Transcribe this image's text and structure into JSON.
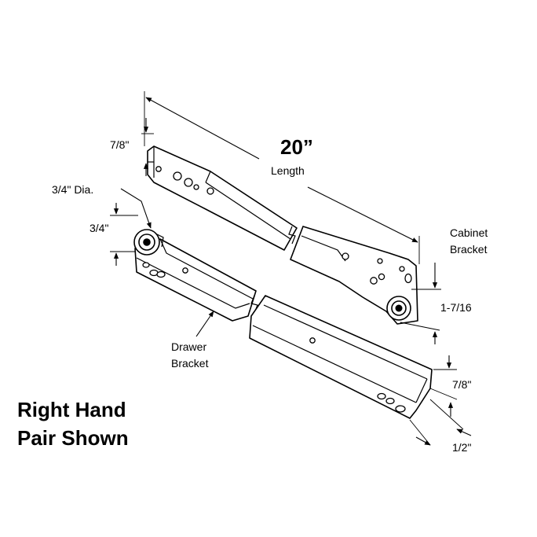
{
  "dimensions": {
    "length_value": "20”",
    "length_label": "Length",
    "top_height": "7/8\"",
    "wheel_dia": "3/4\" Dia.",
    "wheel_height": "3/4\"",
    "cabinet_height": "1-7/16",
    "bottom_height": "7/8\"",
    "bottom_width": "1/2\""
  },
  "labels": {
    "cabinet_line1": "Cabinet",
    "cabinet_line2": "Bracket",
    "drawer_line1": "Drawer",
    "drawer_line2": "Bracket"
  },
  "caption": {
    "line1": "Right Hand",
    "line2": "Pair Shown"
  }
}
